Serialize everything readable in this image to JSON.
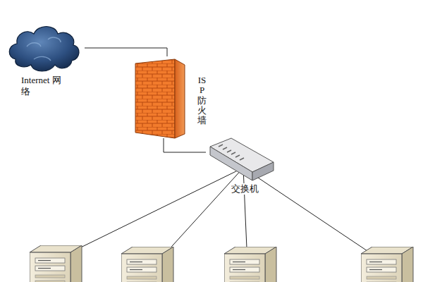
{
  "diagram": {
    "nodes": [
      {
        "text": [
          "Internet 网络"
        ]
      },
      {
        "text": [
          "ISP防火墙"
        ]
      },
      {
        "text": [
          "交换机"
        ]
      }
    ],
    "edges": [
      {
        "from": 0,
        "to": 1,
        "arrow": "none"
      },
      {
        "from": 1,
        "to": 2,
        "arrow": "none"
      }
    ]
  }
}
